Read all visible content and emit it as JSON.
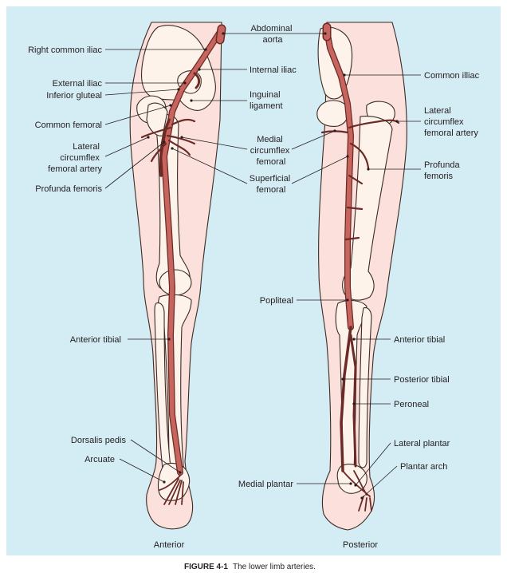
{
  "colors": {
    "panel_background": "#d4ecf3",
    "skin": "#fbe0db",
    "bone": "#fdf3ea",
    "artery": "#e5837c",
    "artery_outline": "#6b2a25",
    "text": "#231f20"
  },
  "labels": {
    "right_common_iliac": "Right common iliac",
    "external_iliac": "External iliac",
    "inferior_gluteal": "Inferior gluteal",
    "common_femoral": "Common femoral",
    "lateral_circumflex_left": [
      "Lateral",
      "circumflex",
      "femoral artery"
    ],
    "profunda_femoris_left": "Profunda femoris",
    "anterior_tibial_left": "Anterior tibial",
    "dorsalis_pedis": "Dorsalis pedis",
    "arcuate": "Arcuate",
    "abdominal_aorta": [
      "Abdominal",
      "aorta"
    ],
    "internal_iliac": "Internal iliac",
    "inguinal_ligament": [
      "Inguinal",
      "ligament"
    ],
    "medial_circumflex": [
      "Medial",
      "circumflex",
      "femoral"
    ],
    "superficial_femoral": [
      "Superficial",
      "femoral"
    ],
    "popliteal": "Popliteal",
    "medial_plantar": "Medial plantar",
    "common_illiac": "Common illiac",
    "lateral_circumflex_right": [
      "Lateral",
      "circumflex",
      "femoral artery"
    ],
    "profunda_femoris_right": [
      "Profunda",
      "femoris"
    ],
    "anterior_tibial_right": "Anterior tibial",
    "posterior_tibial": "Posterior tibial",
    "peroneal": "Peroneal",
    "lateral_plantar": "Lateral plantar",
    "plantar_arch": "Plantar arch"
  },
  "views": {
    "anterior": "Anterior",
    "posterior": "Posterior"
  },
  "caption": {
    "number": "FIGURE 4-1",
    "text": "The lower limb arteries."
  }
}
